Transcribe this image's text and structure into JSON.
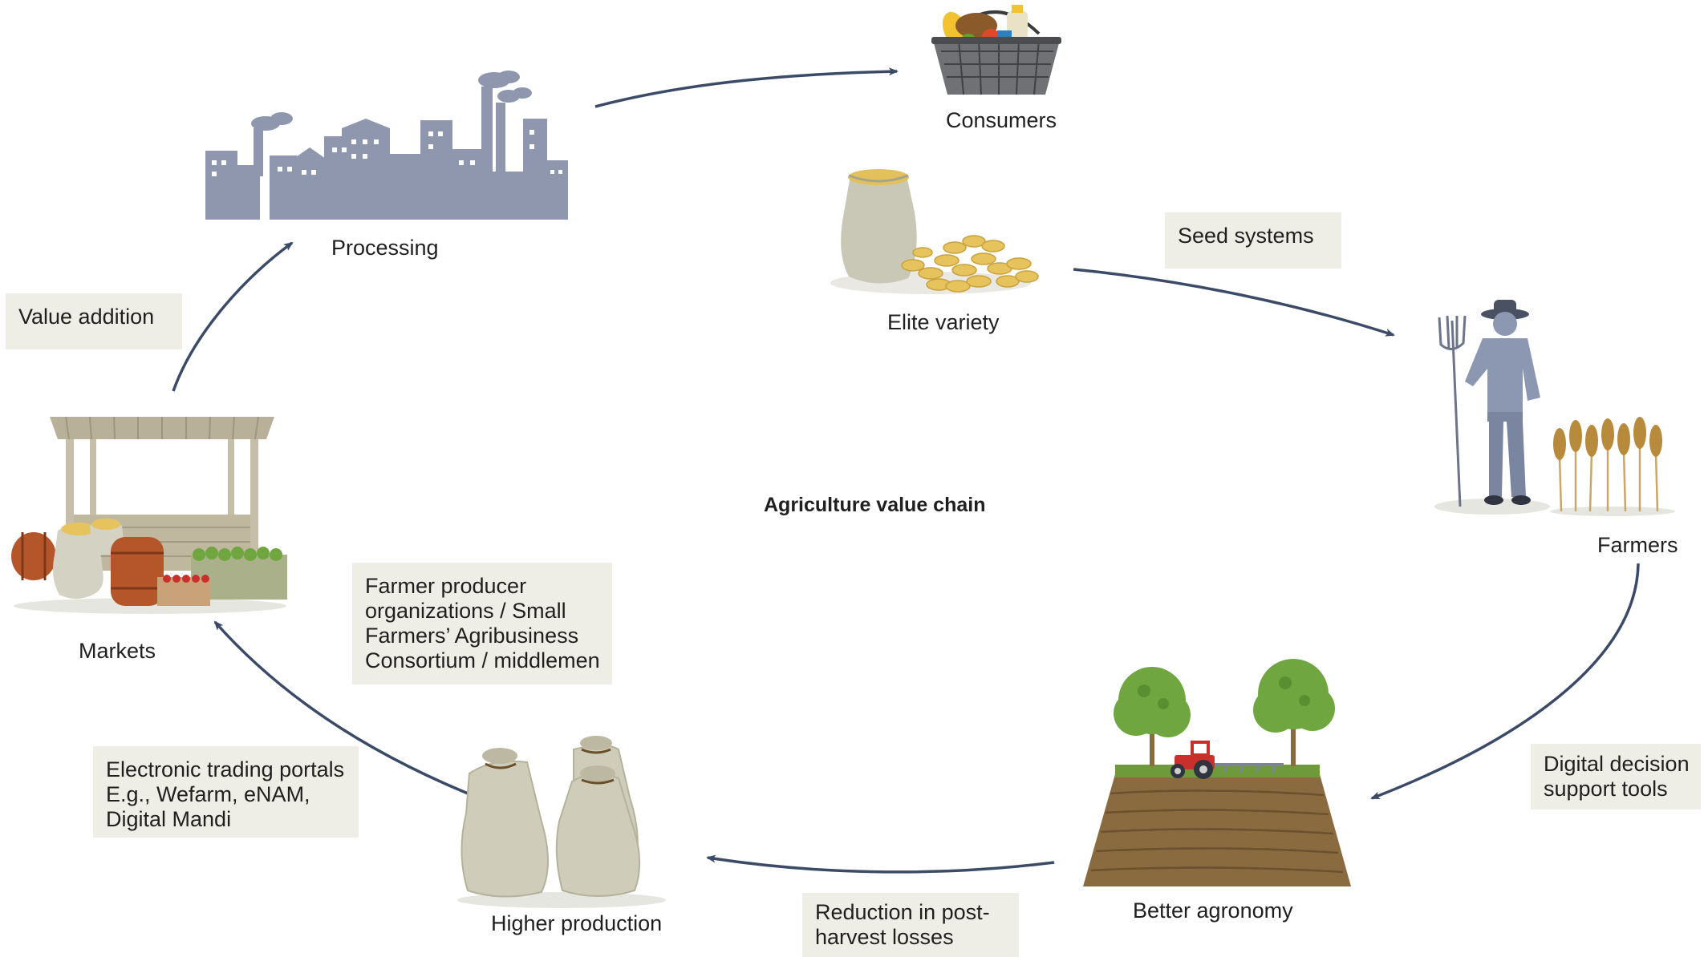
{
  "title": "Agriculture value chain",
  "nodes": {
    "consumers": "Consumers",
    "processing": "Processing",
    "elite_variety": "Elite variety",
    "farmers": "Farmers",
    "markets": "Markets",
    "higher_production": "Higher production",
    "better_agronomy": "Better agronomy"
  },
  "boxes": {
    "seed_systems": [
      "Seed systems"
    ],
    "value_addition": [
      "Value addition"
    ],
    "fpo": [
      "Farmer producer",
      "organizations / Small",
      "Farmers’ Agribusiness",
      "Consortium / middlemen"
    ],
    "trading": [
      "Electronic trading portals",
      "E.g., Wefarm, eNAM,",
      "Digital Mandi"
    ],
    "digital": [
      "Digital decision",
      "support tools"
    ],
    "reduction": [
      "Reduction in post-",
      "harvest losses"
    ]
  },
  "colors": {
    "arrow": "#3b4a66",
    "label_box": "#efeee6",
    "factory": "#8e97ad",
    "farmer": "#8c98b2",
    "soil": "#8a6a3f",
    "sack": "#d4d2c3",
    "tree": "#6fa63f",
    "grain": "#e6c35c",
    "barrel": "#b5562a",
    "stall": "#b8b098"
  },
  "icons": [
    "basket-icon",
    "factory-icon",
    "seed-sack-icon",
    "farmer-icon",
    "wheat-icon",
    "field-tractor-icon",
    "grain-sacks-icon",
    "market-stall-icon"
  ]
}
